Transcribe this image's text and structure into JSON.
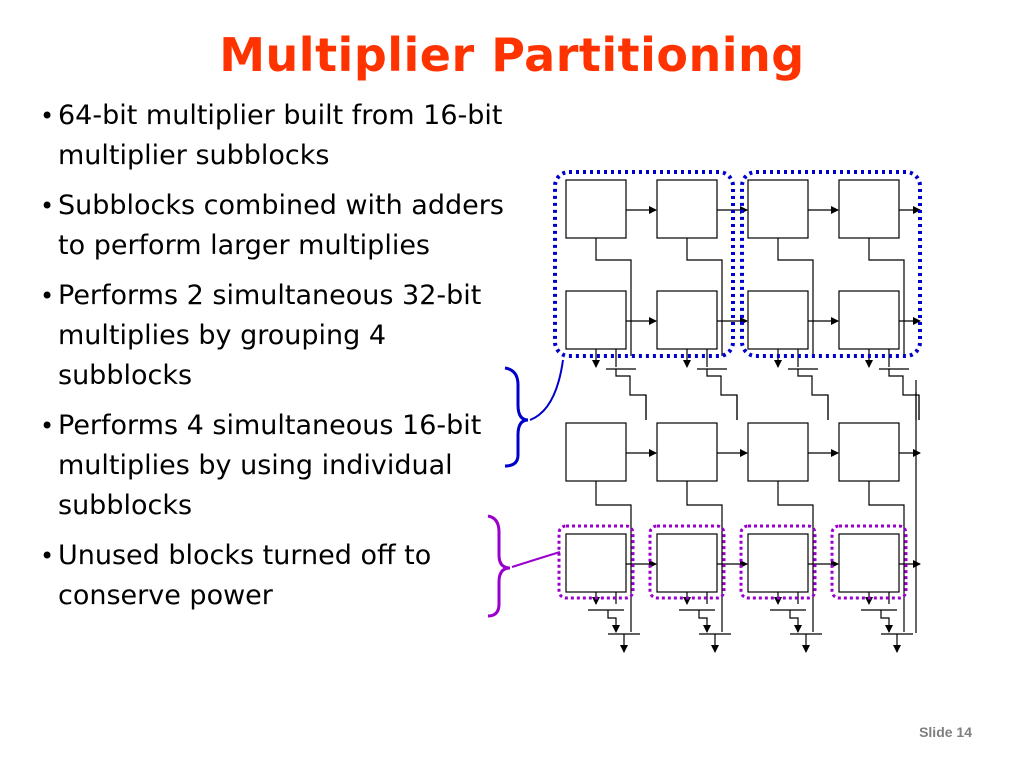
{
  "slide": {
    "title": "Multiplier Partitioning",
    "bullets": [
      "64-bit multiplier built from 16-bit multiplier subblocks",
      "Subblocks combined with adders to perform larger multiplies",
      "Performs 2 simultaneous 32-bit multiplies by grouping 4 subblocks",
      "Performs 4 simultaneous 16-bit multiplies by using individual subblocks",
      "Unused blocks turned off to conserve power"
    ],
    "slide_number": "Slide 14"
  },
  "colors": {
    "title": "#ff3300",
    "group32_outline": "#0000cc",
    "group16_outline": "#9900cc",
    "brace_blue": "#0000cc",
    "brace_purple": "#9900cc"
  },
  "diagram": {
    "grid": {
      "rows": 4,
      "cols": 4
    },
    "outline_32bit_groups": 2,
    "outline_16bit_groups": 4
  }
}
